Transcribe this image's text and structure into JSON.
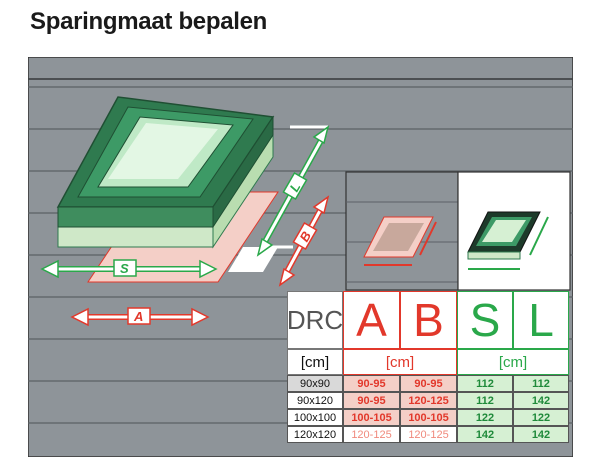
{
  "title": "Sparingmaat bepalen",
  "colors": {
    "wall": "#8e9499",
    "roof_line": "#5c6166",
    "red": "#e2382b",
    "green": "#2aa84a",
    "frame_green": "#2f7a4f",
    "red_bg": "#f4cfc7",
    "green_bg": "#d6f0d3",
    "grey_cell": "#d9d9d9"
  },
  "icons": [
    "skylight-diagram-icon",
    "opening-thumbnail-icon",
    "window-thumbnail-icon"
  ],
  "dimension_labels": {
    "S": "S",
    "A": "A",
    "B": "B",
    "L": "L"
  },
  "table": {
    "drc_label": "DRC",
    "headers": [
      "A",
      "B",
      "S",
      "L"
    ],
    "unit": "[cm]",
    "rows": [
      {
        "size": "90x90",
        "A": "90-95",
        "B": "90-95",
        "S": "112",
        "L": "112"
      },
      {
        "size": "90x120",
        "A": "90-95",
        "B": "120-125",
        "S": "112",
        "L": "142"
      },
      {
        "size": "100x100",
        "A": "100-105",
        "B": "100-105",
        "S": "122",
        "L": "122"
      },
      {
        "size": "120x120",
        "A": "120-125",
        "B": "120-125",
        "S": "142",
        "L": "142"
      }
    ]
  }
}
